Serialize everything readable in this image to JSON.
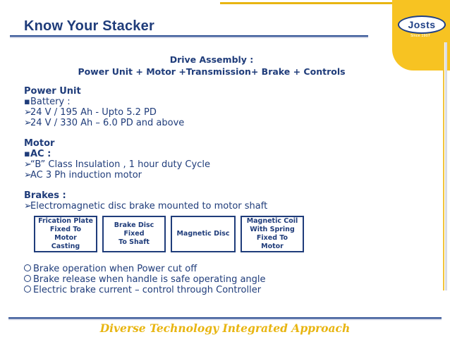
{
  "header": {
    "title": "Know Your Stacker",
    "logo_text": "Josts",
    "logo_since": "Since 1907"
  },
  "drive": {
    "line1": "Drive Assembly :",
    "line2": "Power Unit  + Motor +Transmission+ Brake + Controls"
  },
  "power_unit": {
    "heading": "Power Unit",
    "items": [
      "Battery :",
      "24 V / 195 Ah - Upto 5.2 PD",
      "24 V / 330 Ah – 6.0 PD and above"
    ]
  },
  "motor": {
    "heading": "Motor",
    "subheading": "AC :",
    "items": [
      "“B” Class Insulation , 1 hour duty Cycle",
      "AC 3 Ph induction motor"
    ]
  },
  "brakes": {
    "heading": "Brakes :",
    "items": [
      "Electromagnetic disc brake mounted to motor shaft"
    ],
    "boxes": [
      "Frication Plate\nFixed To Motor\nCasting",
      "Brake Disc Fixed\nTo Shaft",
      "Magnetic Disc",
      "Magnetic Coil\nWith Spring\nFixed To Motor"
    ],
    "notes": [
      "Brake operation when Power cut off",
      "Brake release  when handle is safe operating angle",
      "Electric brake current – control through Controller"
    ]
  },
  "icons": {
    "square_bullet": "▪",
    "arrow_bullet": "➢"
  },
  "colors": {
    "text": "#1f3c7a",
    "accent": "#f7c322",
    "footer": "#e8b511"
  },
  "footer": {
    "tagline": "Diverse Technology Integrated Approach"
  }
}
